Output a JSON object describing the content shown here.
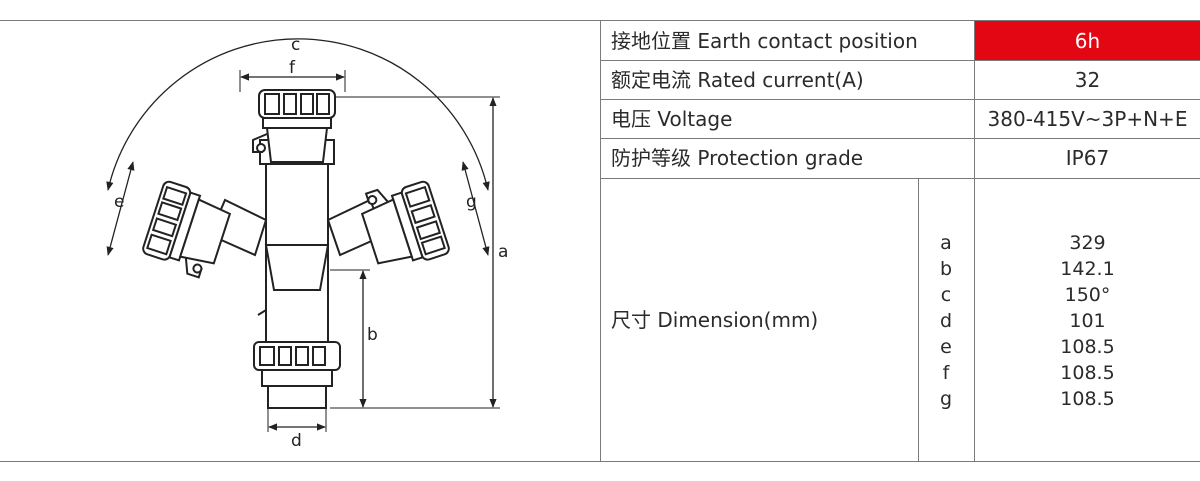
{
  "colors": {
    "accent": "#e30613",
    "border": "#7a7a7a",
    "text": "#2b2b2b"
  },
  "spec_table": {
    "rows": [
      {
        "label": "接地位置 Earth contact position",
        "value": "6h"
      },
      {
        "label": "额定电流 Rated current(A)",
        "value": "32"
      },
      {
        "label": "电压 Voltage",
        "value": "380-415V~3P+N+E"
      },
      {
        "label": "防护等级 Protection grade",
        "value": "IP67"
      }
    ],
    "dimension": {
      "label": "尺寸 Dimension(mm)",
      "keys": [
        "a",
        "b",
        "c",
        "d",
        "e",
        "f",
        "g"
      ],
      "values": [
        "329",
        "142.1",
        "150°",
        "101",
        "108.5",
        "108.5",
        "108.5"
      ]
    }
  },
  "drawing": {
    "labels": {
      "a": "a",
      "b": "b",
      "c": "c",
      "d": "d",
      "e": "e",
      "f": "f",
      "g": "g"
    }
  }
}
